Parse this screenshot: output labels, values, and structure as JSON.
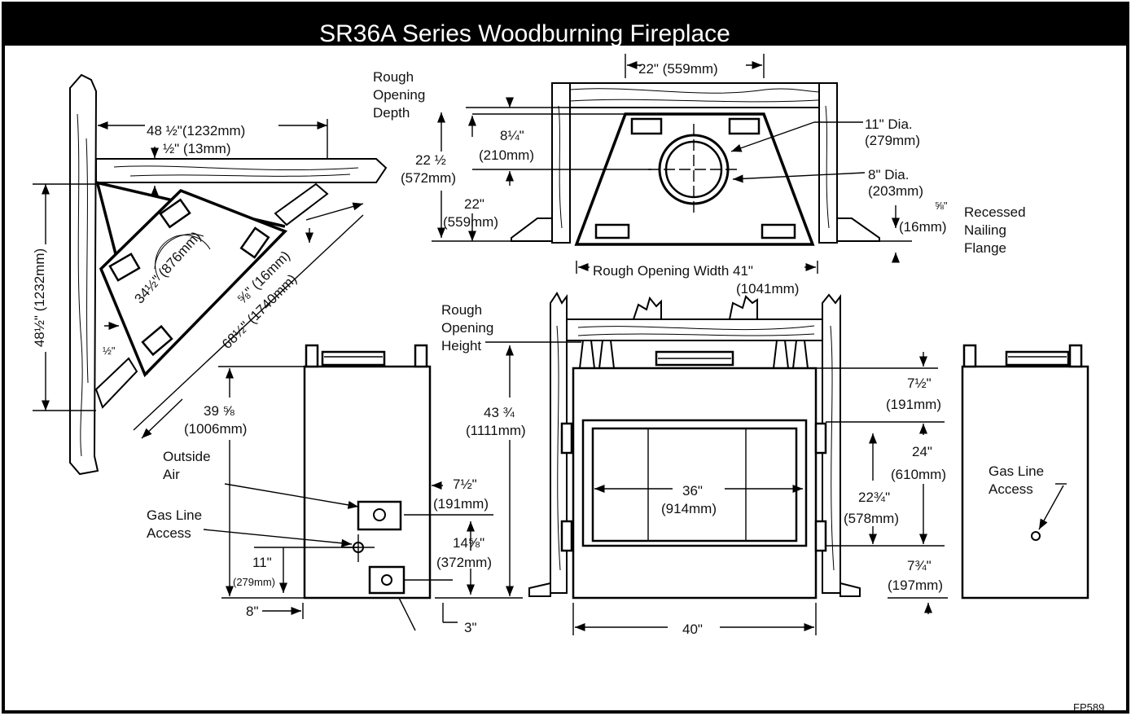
{
  "title": "SR36A Series Woodburning Fireplace",
  "drawing_number": "FP589",
  "top_view": {
    "width_22": "22\" (559mm)",
    "rough_opening_depth": [
      "Rough",
      "Opening",
      "Depth"
    ],
    "depth_22_half": [
      "22 ½",
      "(572mm)"
    ],
    "dim_8_quarter": [
      "8¼\"",
      "(210mm)"
    ],
    "dim_22": [
      "22\"",
      "(559mm)"
    ],
    "dia_11": [
      "11\" Dia.",
      "(279mm)"
    ],
    "dia_8": [
      "8\" Dia.",
      "(203mm)"
    ],
    "flange_5_8": [
      "⅝\"",
      "(16mm)"
    ],
    "recessed_flange": [
      "Recessed",
      "Nailing",
      "Flange"
    ],
    "rough_width": [
      "Rough Opening Width 41\"",
      "(1041mm)"
    ]
  },
  "corner_view": {
    "dim_48_half_top": "48 ½\"(1232mm)",
    "dim_half_top": "½\" (13mm)",
    "dim_48_half_side": "48½\" (1232mm)",
    "dim_34_half": "34½\" (876mm)",
    "dim_5_8": "⅝\" (16mm)",
    "dim_68_half": "68½\" (1740mm)",
    "dim_half_left": "½\""
  },
  "side_view": {
    "dim_39_5_8": [
      "39 ⅝",
      "(1006mm)"
    ],
    "outside_air": [
      "Outside",
      "Air"
    ],
    "gas_line_access": [
      "Gas Line",
      "Access"
    ],
    "dim_7_half": [
      "7½\"",
      "(191mm)"
    ],
    "dim_14_5_8": [
      "14⅝\"",
      "(372mm)"
    ],
    "dim_11": [
      "11\"",
      "(279mm)"
    ],
    "dim_8": "8\"",
    "dim_3": "3\""
  },
  "front_view": {
    "rough_opening_height": [
      "Rough",
      "Opening",
      "Height"
    ],
    "dim_43_3_4": [
      "43 ¾",
      "(1111mm)"
    ],
    "dim_36": [
      "36\"",
      "(914mm)"
    ],
    "dim_40": "40\"",
    "dim_7_half": [
      "7½\"",
      "(191mm)"
    ],
    "dim_24": [
      "24\"",
      "(610mm)"
    ],
    "dim_22_3_4": [
      "22¾\"",
      "(578mm)"
    ],
    "dim_7_3_4": [
      "7¾\"",
      "(197mm)"
    ]
  },
  "right_side_view": {
    "gas_line_access": [
      "Gas Line",
      "Access"
    ]
  }
}
